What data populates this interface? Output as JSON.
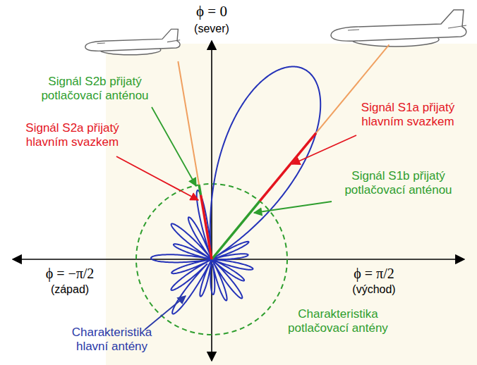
{
  "diagram": {
    "labels": [
      "ϕ = 0",
      "(sever)",
      "Signál S2b přijatý potlačovací anténou",
      "Signál S2a přijatý hlavním svazkem",
      "Signál S1a přijatý hlavním svazkem",
      "Signál S1b přijatý potlačovací anténou",
      "ϕ = −π/2",
      "(západ)",
      "ϕ = π/2",
      "(východ)",
      "Charakteristika hlavní antény",
      "Charakteristika potlačovací antény"
    ]
  }
}
